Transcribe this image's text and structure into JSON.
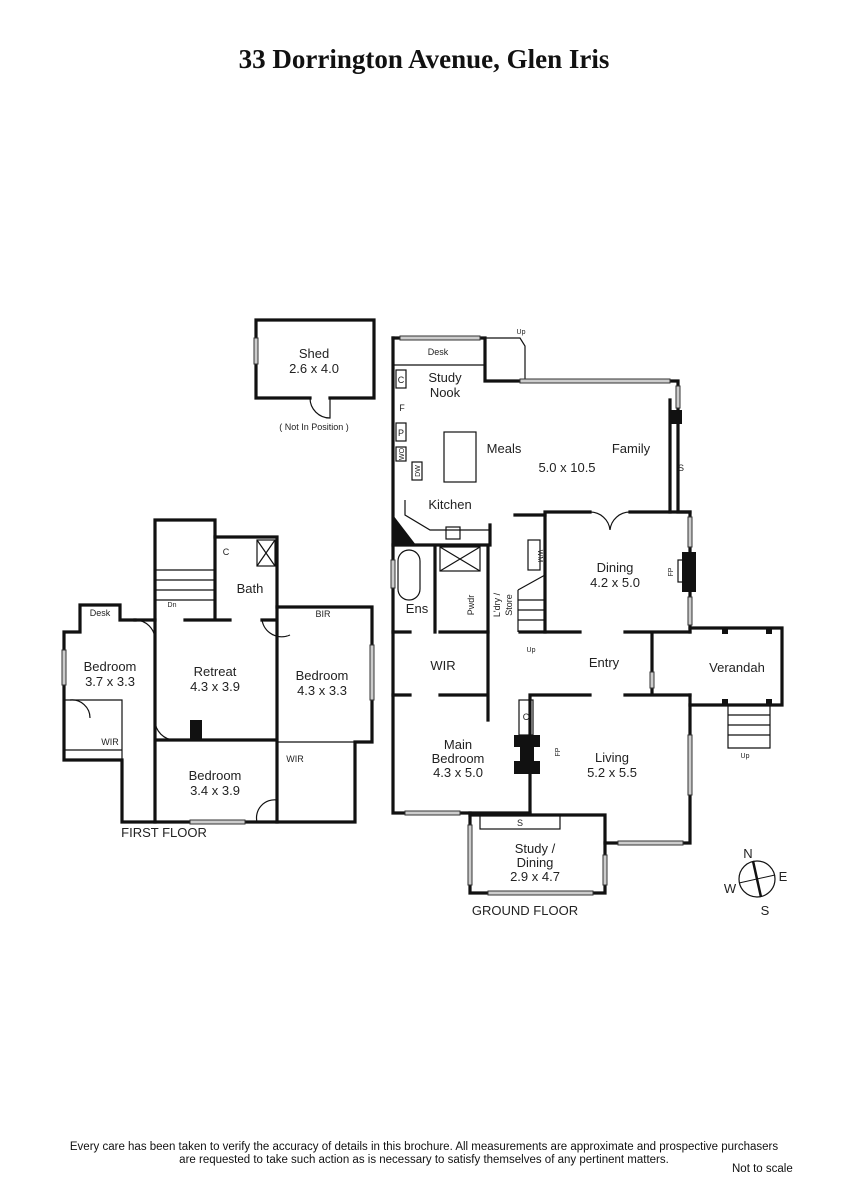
{
  "title": "33 Dorrington Avenue, Glen Iris",
  "shed": {
    "name": "Shed",
    "size": "2.6 x 4.0",
    "note": "( Not In Position )"
  },
  "ground_floor": {
    "label": "GROUND FLOOR",
    "rooms": {
      "desk": "Desk",
      "study_nook_1": "Study",
      "study_nook_2": "Nook",
      "meals": "Meals",
      "family": "Family",
      "meals_family_size": "5.0 x 10.5",
      "kitchen": "Kitchen",
      "dining": "Dining",
      "dining_size": "4.2 x 5.0",
      "laundry_1": "L'dry /",
      "laundry_2": "Store",
      "powder": "Pwdr",
      "ensuite": "Ens",
      "wir": "WIR",
      "entry": "Entry",
      "verandah": "Verandah",
      "main_bedroom_1": "Main",
      "main_bedroom_2": "Bedroom",
      "main_bedroom_size": "4.3 x 5.0",
      "living": "Living",
      "living_size": "5.2 x 5.5",
      "study_dining_1": "Study /",
      "study_dining_2": "Dining",
      "study_dining_size": "2.9 x 4.7"
    },
    "fixtures": {
      "c": "C",
      "f": "F",
      "p": "P",
      "wo": "WO",
      "dw": "DW",
      "s": "S",
      "fp": "FP",
      "wm": "WM",
      "up": "Up"
    }
  },
  "first_floor": {
    "label": "FIRST FLOOR",
    "rooms": {
      "desk": "Desk",
      "bath": "Bath",
      "bir": "BIR",
      "dn": "Dn",
      "c": "C",
      "bedroom_left": "Bedroom",
      "bedroom_left_size": "3.7 x 3.3",
      "retreat": "Retreat",
      "retreat_size": "4.3 x 3.9",
      "bedroom_right": "Bedroom",
      "bedroom_right_size": "4.3 x 3.3",
      "bedroom_bottom": "Bedroom",
      "bedroom_bottom_size": "3.4 x 3.9",
      "wir_left": "WIR",
      "wir_right": "WIR"
    }
  },
  "compass": {
    "n": "N",
    "e": "E",
    "s": "S",
    "w": "W"
  },
  "disclaimer": {
    "line1": "Every care has been taken to verify the accuracy of details in this brochure.  All measurements are approximate and prospective purchasers",
    "line2": "are requested to take such action as is necessary to satisfy themselves of any pertinent matters.",
    "scale": "Not to scale"
  }
}
